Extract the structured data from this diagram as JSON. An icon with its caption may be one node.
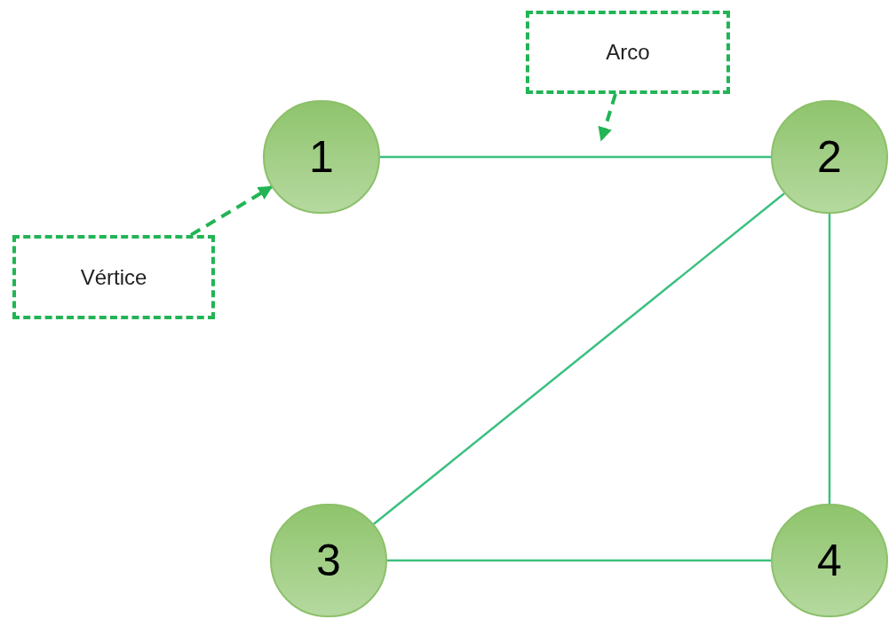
{
  "diagram": {
    "nodes": [
      {
        "text": [
          "1"
        ]
      },
      {
        "text": [
          "2"
        ]
      },
      {
        "text": [
          "3"
        ]
      },
      {
        "text": [
          "4"
        ]
      },
      {
        "text": [
          "Vértice"
        ]
      },
      {
        "text": [
          "Arco"
        ]
      }
    ],
    "edges": [
      {
        "from": 0,
        "to": 1,
        "arrow": "none"
      },
      {
        "from": 1,
        "to": 2,
        "arrow": "none"
      },
      {
        "from": 1,
        "to": 3,
        "arrow": "none"
      },
      {
        "from": 2,
        "to": 3,
        "arrow": "none"
      },
      {
        "from": 4,
        "to": 0,
        "arrow": "to",
        "style": "dashed"
      },
      {
        "from": 5,
        "to": null,
        "arrow": "to",
        "style": "dashed"
      }
    ]
  }
}
